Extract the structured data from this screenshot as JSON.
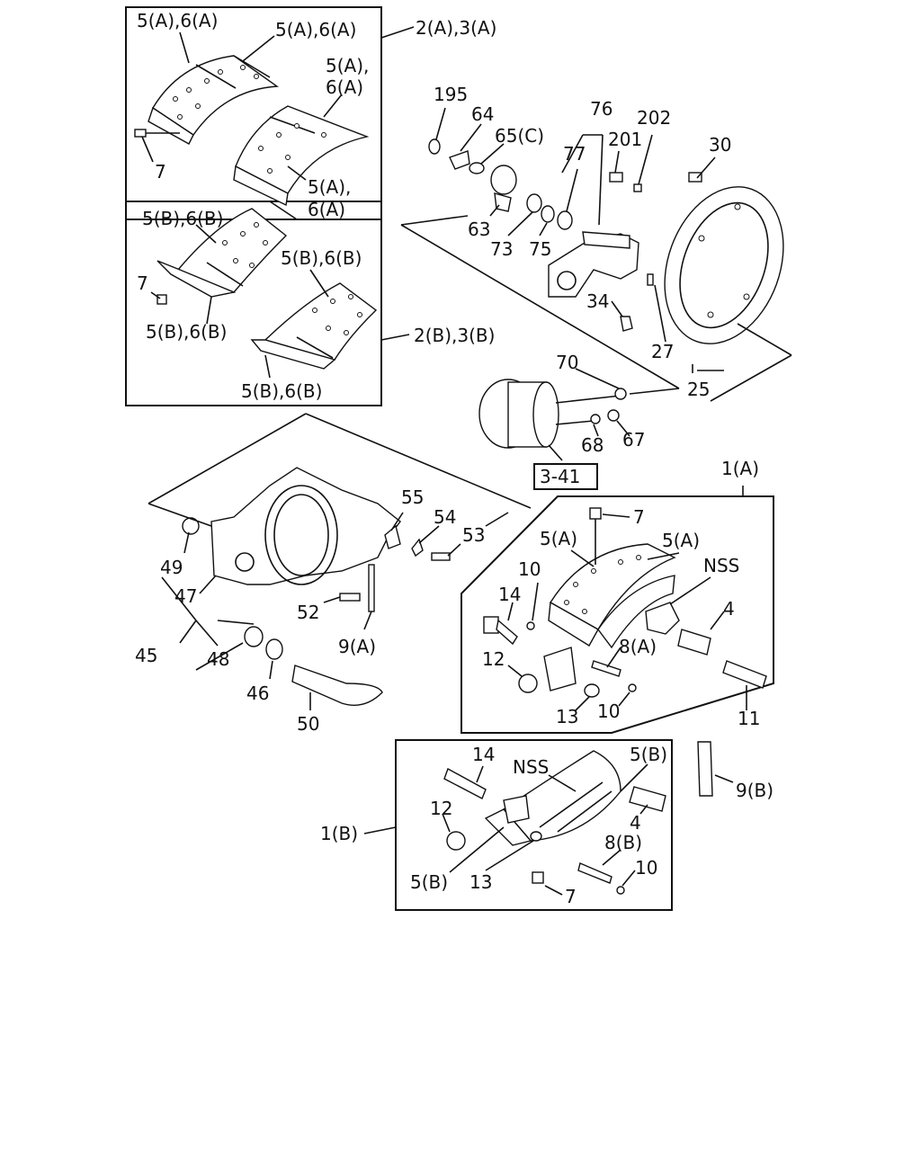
{
  "labels": {
    "l_5a6a_a": "5(A),6(A)",
    "l_5a6a_b": "5(A),6(A)",
    "l_5a_c1": "5(A),",
    "l_6a_c2": "6(A)",
    "l_5a_d1": "5(A),",
    "l_6a_d2": "6(A)",
    "l_7_top": "7",
    "l_2a3a": "2(A),3(A)",
    "l_5b6b_a": "5(B),6(B)",
    "l_5b6b_b": "5(B),6(B)",
    "l_5b6b_c": "5(B),6(B)",
    "l_5b6b_d": "5(B),6(B)",
    "l_7_b": "7",
    "l_2b3b": "2(B),3(B)",
    "l_195": "195",
    "l_64": "64",
    "l_65c": "65(C)",
    "l_76": "76",
    "l_77": "77",
    "l_201": "201",
    "l_202": "202",
    "l_30": "30",
    "l_63": "63",
    "l_73": "73",
    "l_75": "75",
    "l_34": "34",
    "l_27": "27",
    "l_25": "25",
    "l_70": "70",
    "l_68": "68",
    "l_67": "67",
    "l_ref": "3-41",
    "l_1a": "1(A)",
    "l_7_c": "7",
    "l_5a_e": "5(A)",
    "l_5a_f": "5(A)",
    "l_nss_a": "NSS",
    "l_10_a": "10",
    "l_14_a": "14",
    "l_4_a": "4",
    "l_8a": "8(A)",
    "l_12_a": "12",
    "l_13_a": "13",
    "l_10_b": "10",
    "l_11": "11",
    "l_55": "55",
    "l_54": "54",
    "l_53": "53",
    "l_49": "49",
    "l_47": "47",
    "l_52": "52",
    "l_9a": "9(A)",
    "l_45": "45",
    "l_48": "48",
    "l_46": "46",
    "l_50": "50",
    "l_14_b": "14",
    "l_nss_b": "NSS",
    "l_5b_e": "5(B)",
    "l_9b": "9(B)",
    "l_1b": "1(B)",
    "l_12_b": "12",
    "l_4_b": "4",
    "l_8b": "8(B)",
    "l_10_c": "10",
    "l_5b_f": "5(B)",
    "l_13_b": "13",
    "l_7_d": "7"
  },
  "colors": {
    "ink": "#111111",
    "paper": "#ffffff"
  }
}
